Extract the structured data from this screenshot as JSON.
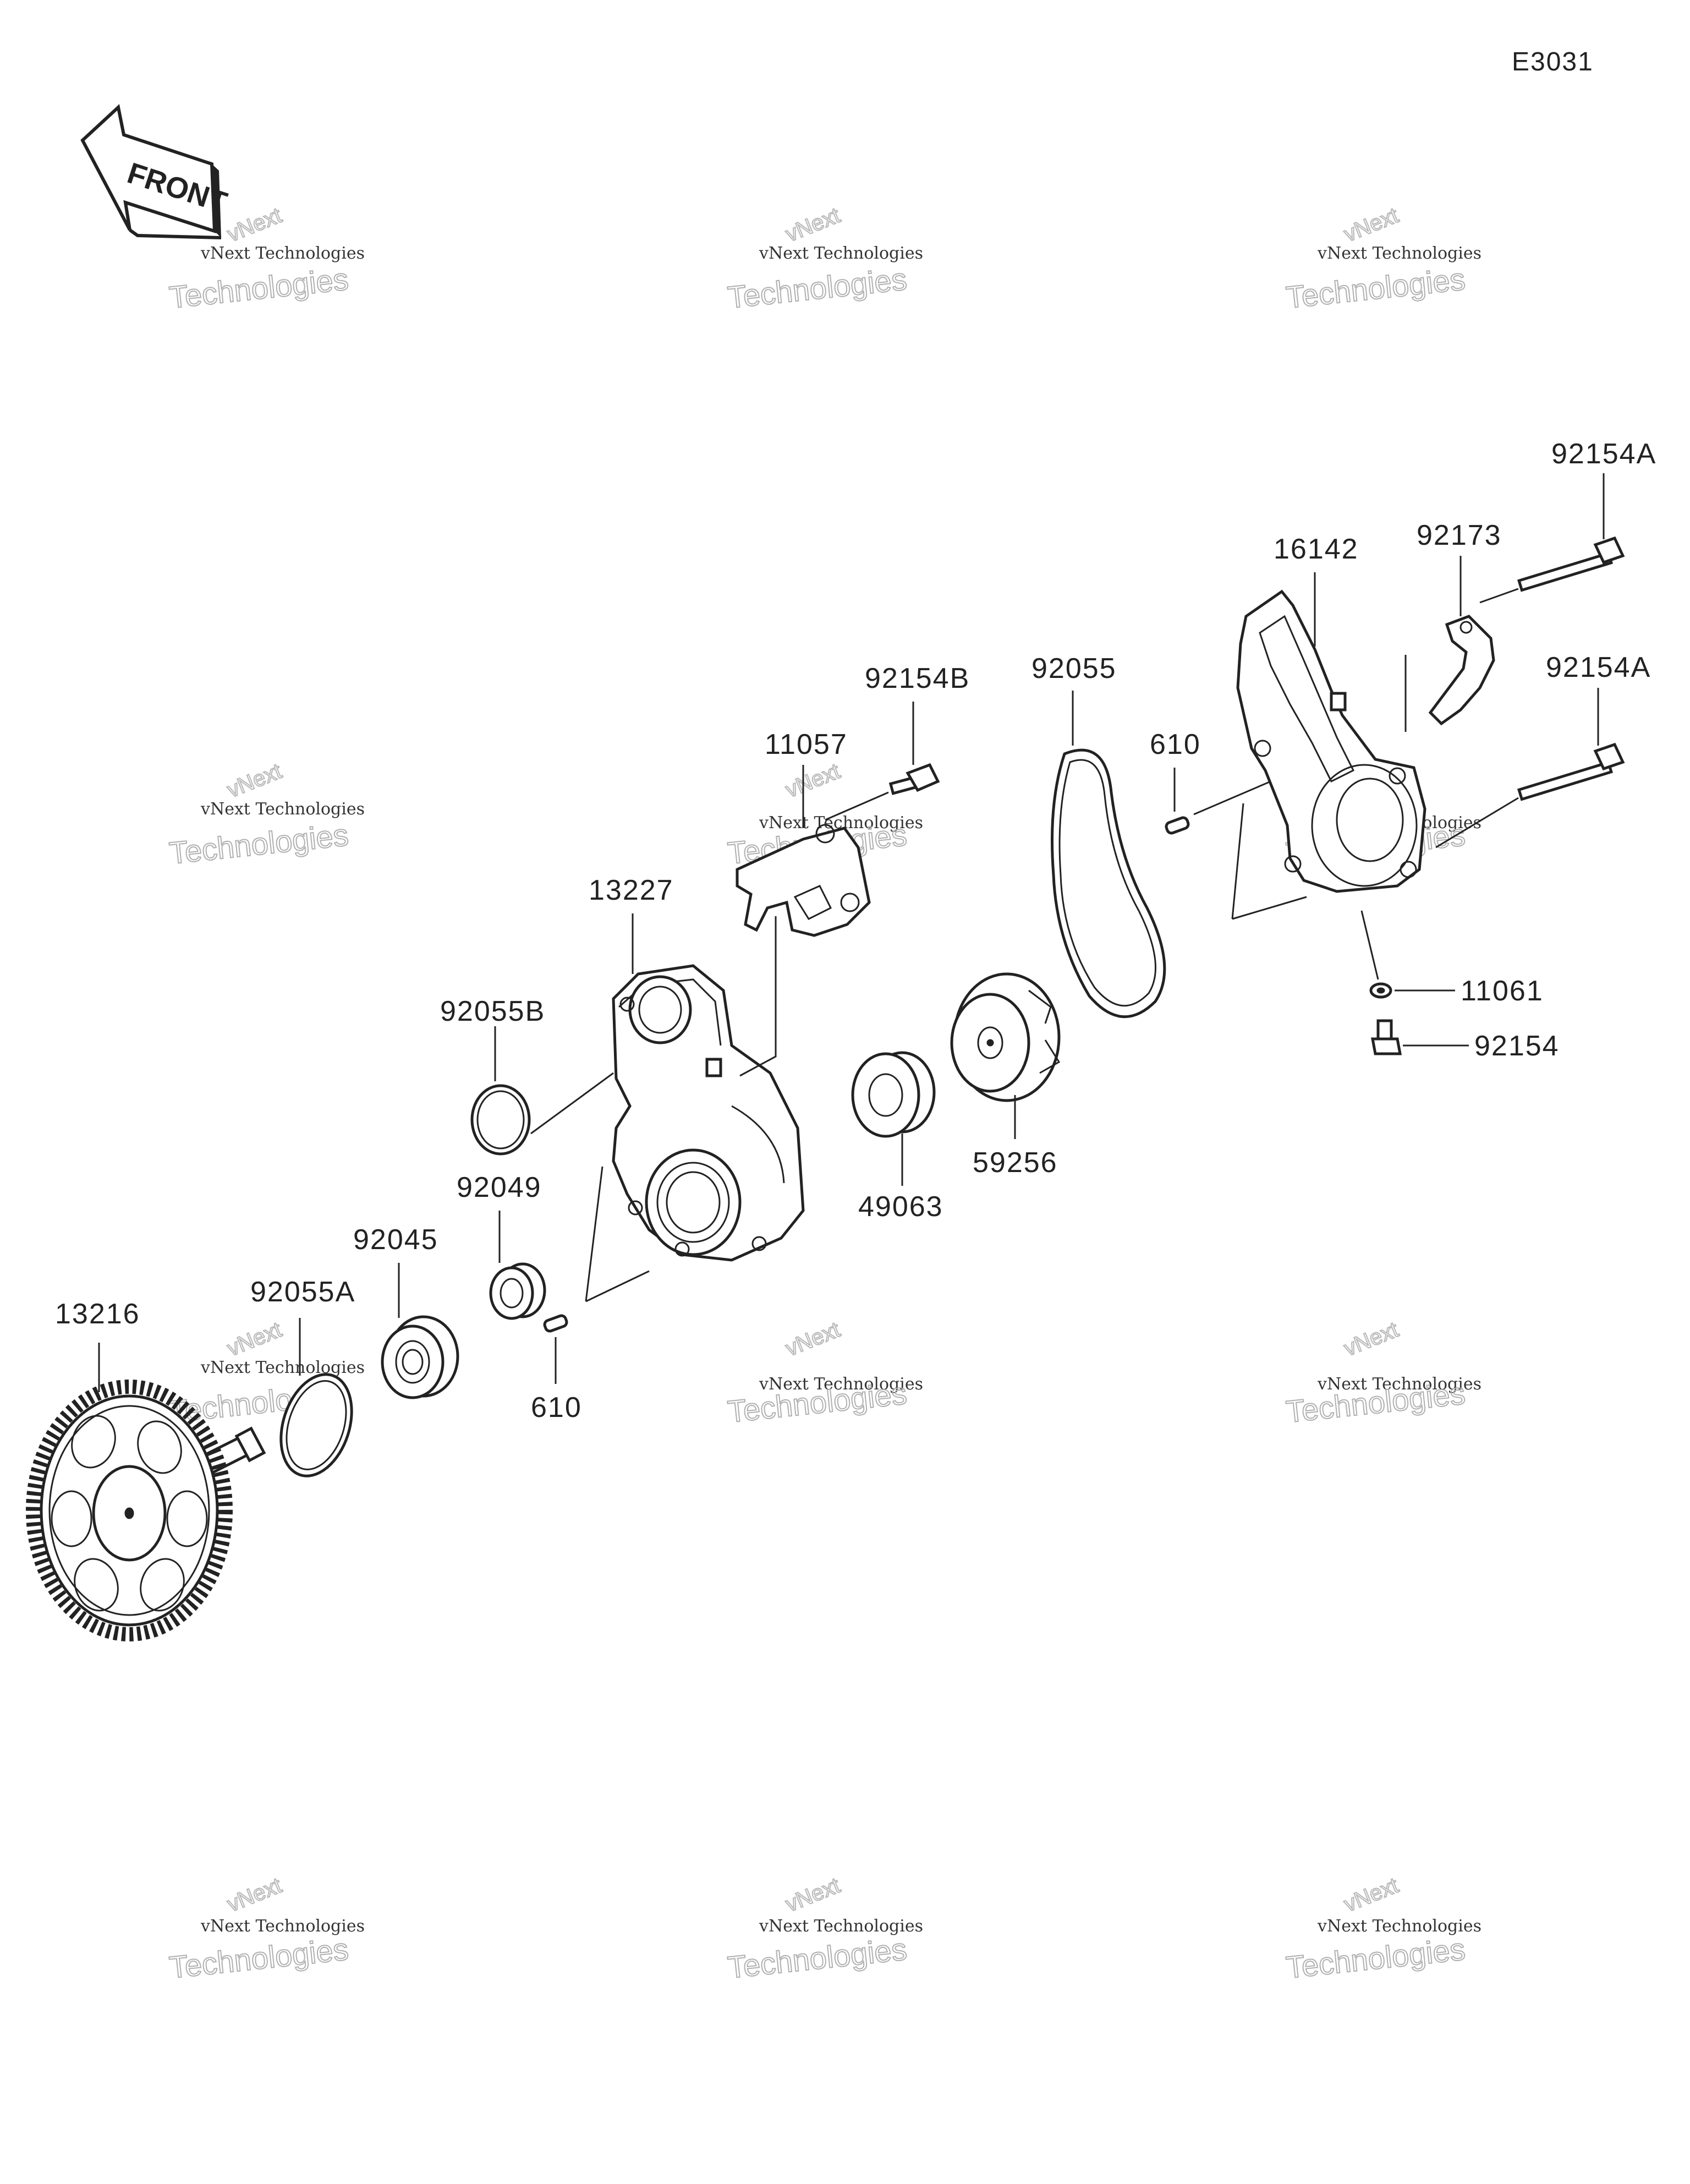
{
  "diagram_code": "E3031",
  "front_label": "FRONT",
  "watermark": {
    "line1": "vNext Technologies",
    "line2": "Technologies",
    "line3": "vNext"
  },
  "labels": {
    "p13216": "13216",
    "p92055A": "92055A",
    "p92045": "92045",
    "p92049": "92049",
    "p610_lower": "610",
    "p92055B": "92055B",
    "p13227": "13227",
    "p11057": "11057",
    "p92154B": "92154B",
    "p49063": "49063",
    "p59256": "59256",
    "p92055": "92055",
    "p610_upper": "610",
    "p16142": "16142",
    "p92173": "92173",
    "p92154A_top": "92154A",
    "p92154A_mid": "92154A",
    "p11061": "11061",
    "p92154": "92154"
  }
}
